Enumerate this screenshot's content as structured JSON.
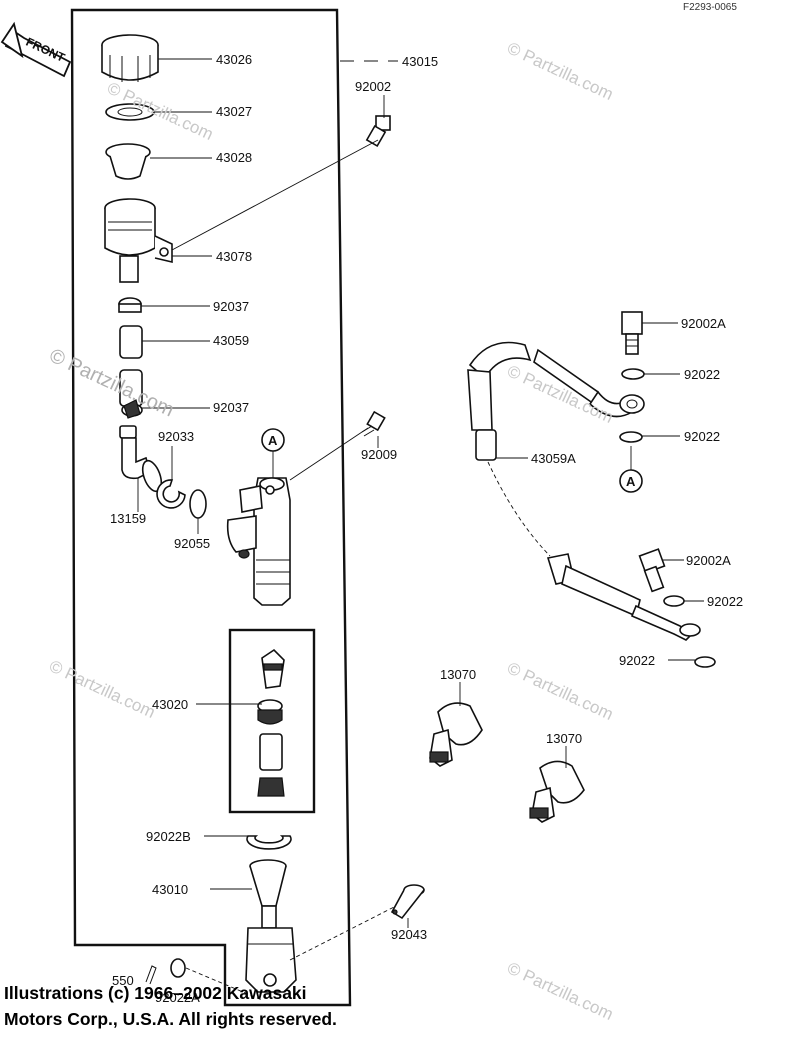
{
  "diagram": {
    "reference_code": "F2293-0065",
    "front_label": "FRONT",
    "circle_marker": "A",
    "watermark": "© Partzilla.com",
    "watermark_large": "© Partzilla.com",
    "parts": [
      {
        "id": "43026"
      },
      {
        "id": "43015"
      },
      {
        "id": "92002"
      },
      {
        "id": "43027"
      },
      {
        "id": "43028"
      },
      {
        "id": "43078"
      },
      {
        "id": "92037"
      },
      {
        "id": "43059"
      },
      {
        "id": "92037"
      },
      {
        "id": "92033"
      },
      {
        "id": "13159"
      },
      {
        "id": "92055"
      },
      {
        "id": "92009"
      },
      {
        "id": "43020"
      },
      {
        "id": "92022B"
      },
      {
        "id": "43010"
      },
      {
        "id": "92043"
      },
      {
        "id": "550"
      },
      {
        "id": "92022A"
      },
      {
        "id": "92002A"
      },
      {
        "id": "92022"
      },
      {
        "id": "92022"
      },
      {
        "id": "43059A"
      },
      {
        "id": "92002A"
      },
      {
        "id": "92022"
      },
      {
        "id": "92022"
      },
      {
        "id": "13070"
      },
      {
        "id": "13070"
      }
    ]
  },
  "copyright": {
    "line1": "Illustrations (c) 1966–2002 Kawasaki",
    "line2": "Motors Corp., U.S.A.  All rights reserved."
  }
}
